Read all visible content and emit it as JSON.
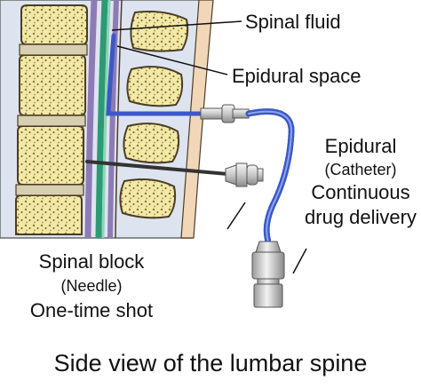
{
  "labels": {
    "spinal_fluid": "Spinal fluid",
    "epidural_space": "Epidural space",
    "epidural": "Epidural",
    "catheter": "(Catheter)",
    "continuous": "Continuous",
    "drug_delivery": "drug delivery",
    "spinal_block": "Spinal block",
    "needle": "(Needle)",
    "one_time_shot": "One-time shot"
  },
  "caption": "Side view of the lumbar spine",
  "colors": {
    "background": "#ffffff",
    "panel": "#dde4ef",
    "vertebra": "#f3e9a6",
    "bone_speckle": "#8c7a3a",
    "disc": "#d7cfb1",
    "dura_purple": "#8e7bb6",
    "spinal_fluid_green": "#2c9a72",
    "catheter_blue": "#3b58c7",
    "tissue": "#f1d6b8",
    "outline": "#4b3d26",
    "device_gray": "#c7c7c7"
  }
}
